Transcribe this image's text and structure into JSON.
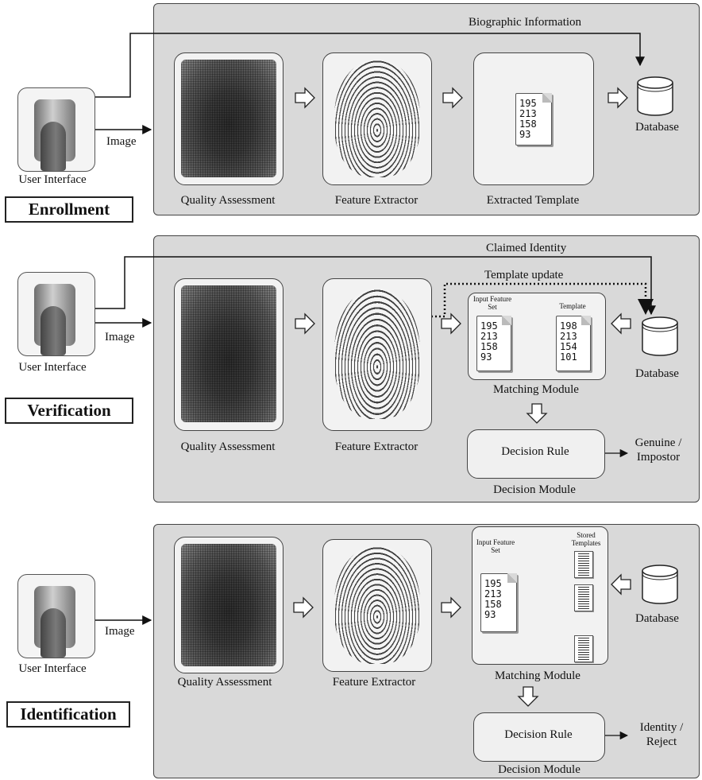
{
  "enrollment": {
    "mode_label": "Enrollment",
    "user_interface": "User Interface",
    "image_label": "Image",
    "top_label": "Biographic Information",
    "stages": [
      "Quality Assessment",
      "Feature Extractor",
      "Extracted Template"
    ],
    "template_values": [
      "195",
      "213",
      "158",
      "93"
    ],
    "database": "Database"
  },
  "verification": {
    "mode_label": "Verification",
    "user_interface": "User Interface",
    "image_label": "Image",
    "top_label": "Claimed Identity",
    "update_label": "Template update",
    "stages": [
      "Quality Assessment",
      "Feature Extractor"
    ],
    "input_feature_set": "Input Feature Set",
    "input_values": [
      "195",
      "213",
      "158",
      "93"
    ],
    "template_title": "Template",
    "template_values": [
      "198",
      "213",
      "154",
      "101"
    ],
    "matching_module": "Matching Module",
    "decision_rule": "Decision Rule",
    "decision_module": "Decision Module",
    "output": [
      "Genuine /",
      "Impostor"
    ],
    "database": "Database"
  },
  "identification": {
    "mode_label": "Identification",
    "user_interface": "User Interface",
    "image_label": "Image",
    "stages": [
      "Quality Assessment",
      "Feature Extractor"
    ],
    "input_feature_set": "Input Feature Set",
    "input_values": [
      "195",
      "213",
      "158",
      "93"
    ],
    "stored_templates": "Stored Templates",
    "matching_module": "Matching Module",
    "decision_rule": "Decision Rule",
    "decision_module": "Decision Module",
    "output": [
      "Identity /",
      "Reject"
    ],
    "database": "Database"
  }
}
